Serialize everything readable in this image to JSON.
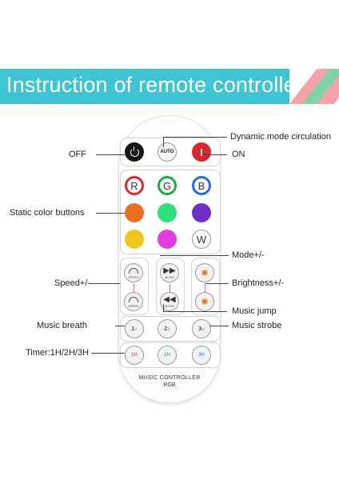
{
  "banner": {
    "title": "Instruction of remote controller",
    "color": "#3fc4d4",
    "stripes": [
      "#f5a3a6",
      "#7fd3a6",
      "#f5a3a6"
    ]
  },
  "callouts": {
    "dynamic_mode": "Dynamic mode circulation",
    "off": "OFF",
    "on": "ON",
    "static_color": "Static color buttons",
    "mode": "Mode+/-",
    "speed": "Speed+/-",
    "brightness": "Brightness+/-",
    "music_jump": "Music jump",
    "music_breath": "Music breath",
    "music_strobe": "Music strobe",
    "timer": "Timer:1H/2H/3H"
  },
  "remote": {
    "auto_label": "AUTO",
    "colors": {
      "r": "R",
      "g": "G",
      "b": "B",
      "w": "W"
    },
    "speed_label": "SPEED",
    "mode_label": "MODE",
    "music_labels": [
      "1",
      "2",
      "3"
    ],
    "timer_labels": [
      "1H",
      "2H",
      "3H"
    ],
    "brand_line1": "MUSIC CONTROLLER",
    "brand_line2": "RGB"
  }
}
